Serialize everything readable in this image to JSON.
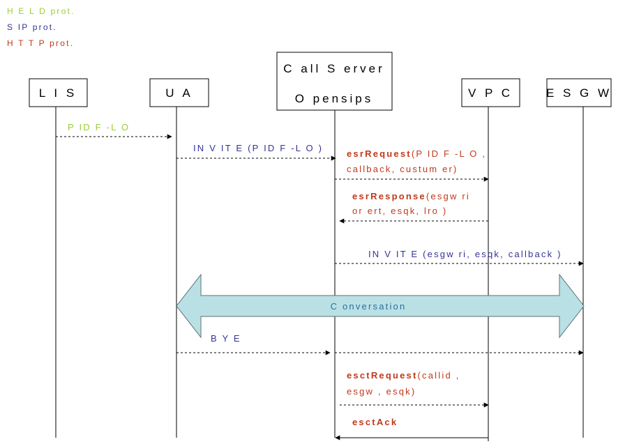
{
  "legend": {
    "held": "H E L D  prot.",
    "sip": "S IP  prot.",
    "http": "H T T P  prot."
  },
  "colors": {
    "held": "#9acd32",
    "sip": "#333399",
    "http": "#c0391b",
    "conversation_fill": "#b9e1e5",
    "conversation_text": "#2e6e9e"
  },
  "entities": {
    "lis": "L I S",
    "ua": "U A",
    "callserver_line1": "C all S erver",
    "callserver_line2": "O pensips",
    "vpc": "V P C",
    "esgw": "E S G W"
  },
  "messages": {
    "pidf_lo": "P ID F -L O",
    "invite_pidf": "IN V IT E (P ID F -L O )",
    "esr_request_name": "esrRequest",
    "esr_request_args1": "(P ID F -L O ,",
    "esr_request_args2": "callback, custum er)",
    "esr_response_name": "esrResponse",
    "esr_response_args1": "(esgw ri",
    "esr_response_args2": "or ert, esqk, lro )",
    "invite_esgwri": "IN V IT E (esgw ri, esqk, callback )",
    "conversation": "C onversation",
    "bye": "B Y E",
    "esct_request_name": "esctRequest",
    "esct_request_args1": "(callid ,",
    "esct_request_args2": "esgw , esqk)",
    "esct_ack": "esctAck"
  }
}
